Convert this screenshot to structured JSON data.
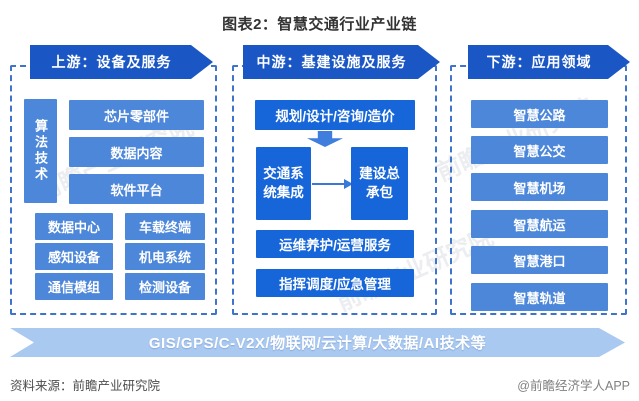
{
  "title": "图表2：智慧交通行业产业链",
  "watermark": "前瞻产业研究院",
  "colors": {
    "header_blue": "#1a57c5",
    "box_blue_light": "#4d87d9",
    "box_blue_deep": "#1766d9",
    "banner_blue": "#aac9f0",
    "dash_border_blue": "#3f74cc",
    "arrow_blue": "#3f7edd"
  },
  "columns": {
    "upstream": {
      "header": "上游：设备及服务",
      "algo_box": "算法技术",
      "stack": [
        "芯片零部件",
        "数据内容",
        "软件平台"
      ],
      "grid": [
        "数据中心",
        "车载终端",
        "感知设备",
        "机电系统",
        "通信模组",
        "检测设备"
      ]
    },
    "midstream": {
      "header": "中游：基建设施及服务",
      "top_box": "规划/设计/咨询/造价",
      "integration_box": "交通系统集成",
      "epc_box": "建设总承包",
      "bottom_boxes": [
        "运维养护/运营服务",
        "指挥调度/应急管理"
      ]
    },
    "downstream": {
      "header": "下游：应用领域",
      "boxes": [
        "智慧公路",
        "智慧公交",
        "智慧机场",
        "智慧航运",
        "智慧港口",
        "智慧轨道"
      ]
    }
  },
  "banner": "GIS/GPS/C-V2X/物联网/云计算/大数据/AI技术等",
  "footer": {
    "source": "资料来源：前瞻产业研究院",
    "credit": "@前瞻经济学人APP"
  }
}
